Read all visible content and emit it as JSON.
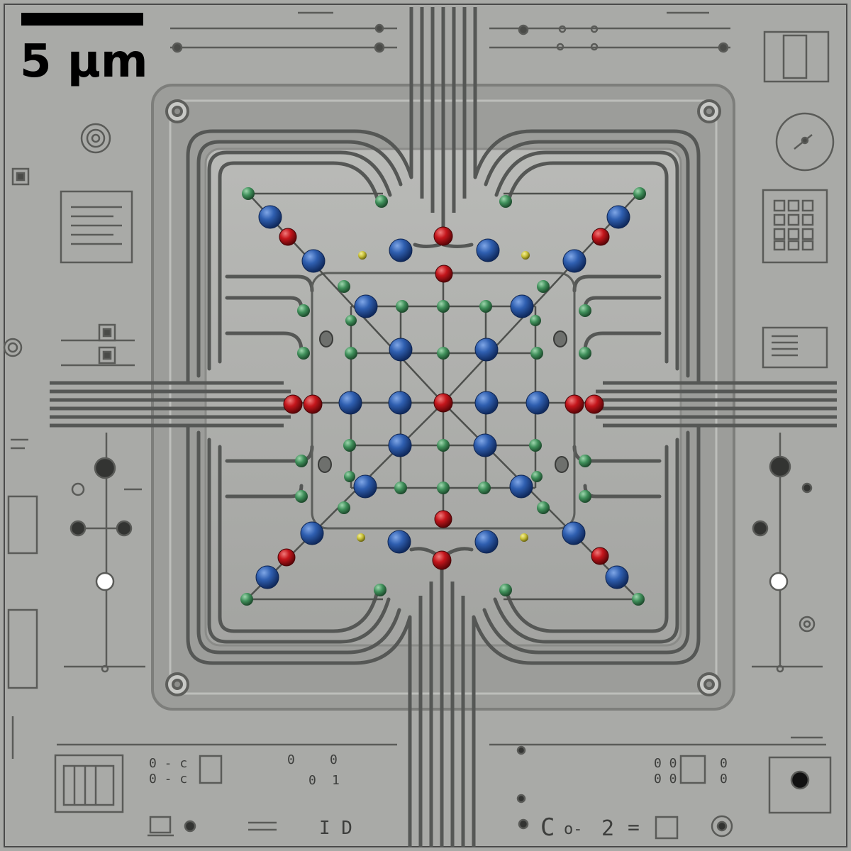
{
  "scale_bar": {
    "label": "5 µm"
  },
  "colors": {
    "background": "#a9aaa7",
    "frame": "#8f908e",
    "wire": "#555755",
    "qubit_blue": "#2f5fb0",
    "coupler_green": "#3f8f5a",
    "readout_red": "#c4161c",
    "flux_yellow": "#c9c23a"
  },
  "labels": {
    "tl_digits": "0 - c",
    "tl_digits2": "0 - c",
    "bc_digit_a": "0",
    "bc_digit_b": "0",
    "bc_digit_c": "0",
    "bc_digit_d": "1",
    "br_digits": "0  0",
    "br_digits2": "0  0",
    "br_zero_a": "0",
    "br_zero_b": "0",
    "id_label": "I D",
    "formula_c": "C",
    "formula_o": "o-",
    "formula_2": "2",
    "formula_eq": "="
  }
}
